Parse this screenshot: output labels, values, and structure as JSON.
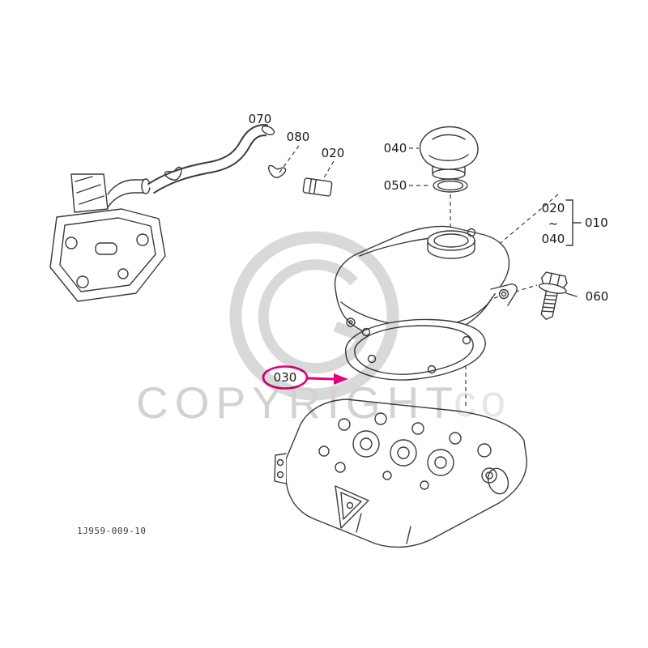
{
  "diagram": {
    "type": "exploded-parts-diagram",
    "drawing_number": "1J959-009-10",
    "watermark": {
      "text": "COPYRIGHT",
      "ghost_text": "co"
    },
    "callouts": {
      "hose": "070",
      "clamp": "080",
      "tube": "020",
      "cap": "040",
      "oring": "050",
      "gasket": "030",
      "bolt": "060",
      "assembly": "010",
      "range_start": "020",
      "range_tilde": "~",
      "range_end": "040"
    },
    "colors": {
      "highlight": "#e6007e",
      "line": "#3a3a3a",
      "watermark": "#d2d2d2"
    }
  }
}
